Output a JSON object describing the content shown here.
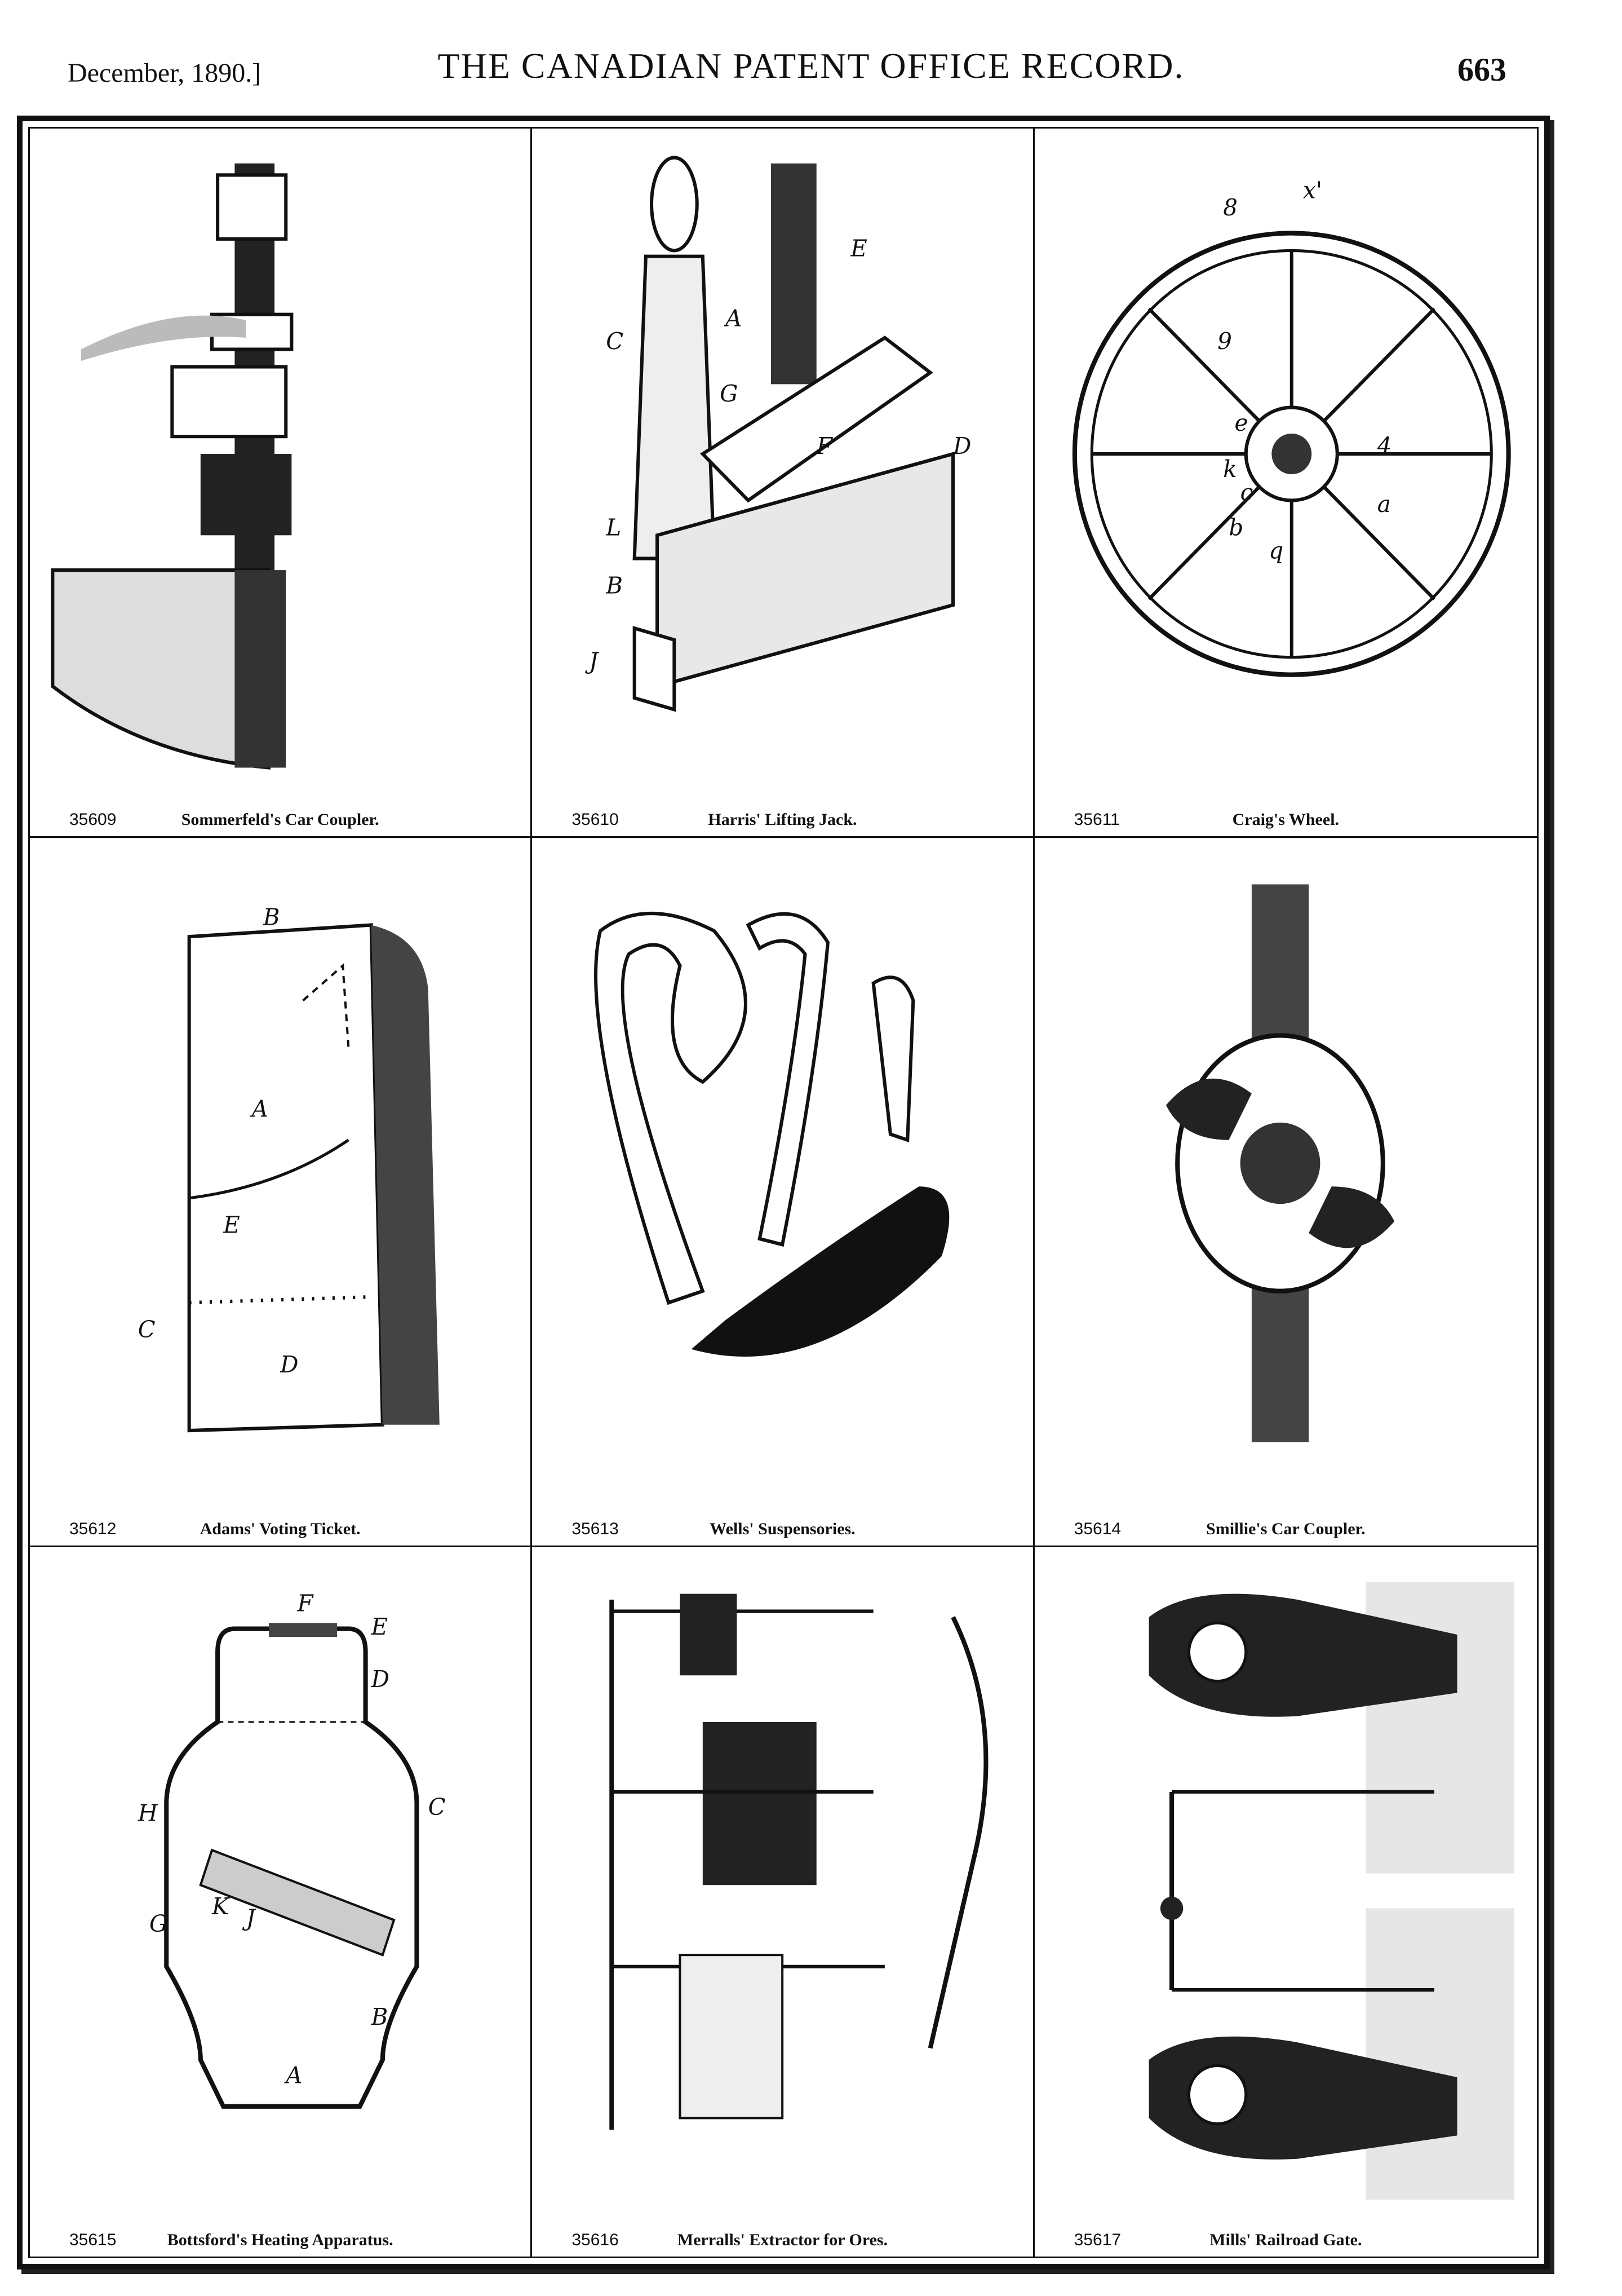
{
  "header": {
    "date": "December, 1890.]",
    "title": "THE CANADIAN PATENT OFFICE RECORD.",
    "page_number": "663"
  },
  "patents": [
    {
      "number": "35609",
      "title": "Sommerfeld's Car Coupler."
    },
    {
      "number": "35610",
      "title": "Harris' Lifting Jack."
    },
    {
      "number": "35611",
      "title": "Craig's Wheel."
    },
    {
      "number": "35612",
      "title": "Adams' Voting Ticket."
    },
    {
      "number": "35613",
      "title": "Wells' Suspensories."
    },
    {
      "number": "35614",
      "title": "Smillie's Car Coupler."
    },
    {
      "number": "35615",
      "title": "Bottsford's Heating Apparatus."
    },
    {
      "number": "35616",
      "title": "Merralls' Extractor for Ores."
    },
    {
      "number": "35617",
      "title": "Mills' Railroad Gate."
    }
  ],
  "figure_labels": {
    "wheel": [
      "8",
      "x'",
      "9",
      "e",
      "k",
      "c",
      "b",
      "q",
      "a",
      "4"
    ],
    "ticket": [
      "B",
      "A",
      "E",
      "C",
      "D"
    ],
    "jack": [
      "A",
      "C",
      "G",
      "F",
      "D",
      "E",
      "L",
      "B",
      "J"
    ],
    "heater": [
      "F",
      "E",
      "D",
      "C",
      "J",
      "A",
      "B",
      "K",
      "H",
      "G"
    ]
  }
}
